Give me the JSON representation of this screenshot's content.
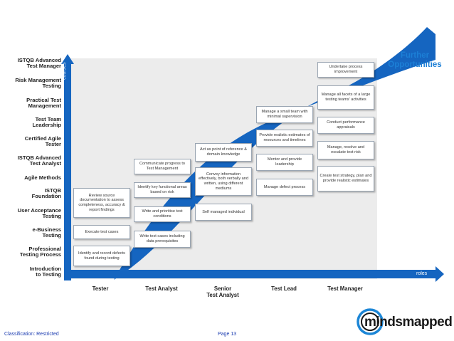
{
  "courses": [
    "ISTQB Advanced\nTest Manager",
    "Risk Management\nTesting",
    "Practical Test\nManagement",
    "Test Team\nLeadership",
    "Certified Agile\nTester",
    "ISTQB Advanced\nTest Analyst",
    "Agile Methods",
    "ISTQB\nFoundation",
    "User Acceptance\nTesting",
    "e-Business\nTesting",
    "Professional\nTesting Process",
    "Introduction\nto Testing"
  ],
  "axis": {
    "y_label": "courses",
    "x_label": "roles"
  },
  "further": "Further\nOpportunities",
  "roles": [
    {
      "name": "Tester",
      "boxes": [
        "Review source documentation to assess completeness, accuracy & report findings",
        "Execute test cases",
        "Identify and record defects found during testing"
      ]
    },
    {
      "name": "Test Analyst",
      "boxes": [
        "Communicate progress to Test Management",
        "Identify key functional areas based on risk",
        "Write and prioritise test conditions",
        "Write test cases including data prerequisites"
      ]
    },
    {
      "name": "Senior\nTest Analyst",
      "boxes": [
        "Act as point of reference & domain knowledge",
        "Convey information effectively, both verbally and written, using different mediums",
        "Self managed individual"
      ]
    },
    {
      "name": "Test Lead",
      "boxes": [
        "Manage a small team with minimal supervision",
        "Provide realistic estimates of resources and timelines",
        "Mentor and provide leadership",
        "Manage defect process"
      ]
    },
    {
      "name": "Test Manager",
      "boxes": [
        "Undertake process improvement",
        "Manage all facets of a large testing teams' activities",
        "Conduct performance appraisals",
        "Manage, resolve and escalate test risk",
        "Create test strategy, plan and provide realistic estimates"
      ]
    }
  ],
  "footer": {
    "classification": "Classification: Restricted",
    "page": "Page 13"
  },
  "logo": {
    "text": "mindsmapped"
  },
  "colors": {
    "accent": "#1565c0",
    "further": "#1c7fd6",
    "column": "#ececec"
  }
}
